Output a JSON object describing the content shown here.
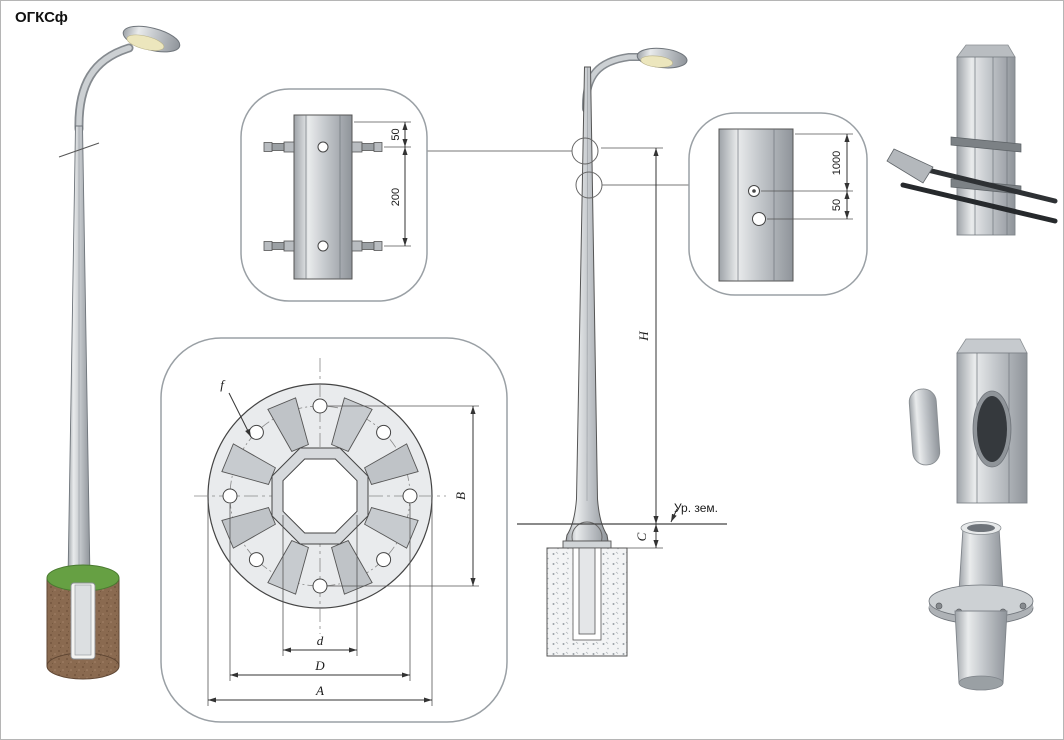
{
  "title": "ОГКСф",
  "detail_top": {
    "dim_small": "50",
    "dim_large": "200"
  },
  "flange_view": {
    "f": "f",
    "B": "B",
    "d": "d",
    "D": "D",
    "A": "A"
  },
  "elevation": {
    "height": "H",
    "depth": "C",
    "ground": "Ур. зем."
  },
  "detail_side": {
    "dim_top": "1000",
    "dim_bottom": "50"
  },
  "colors": {
    "pole_gray": "#c7cbcf",
    "grass_green": "#66a043",
    "soil_brown": "#8a6a50",
    "lamp_lens": "#ece6bd",
    "line_dark": "#444444"
  }
}
